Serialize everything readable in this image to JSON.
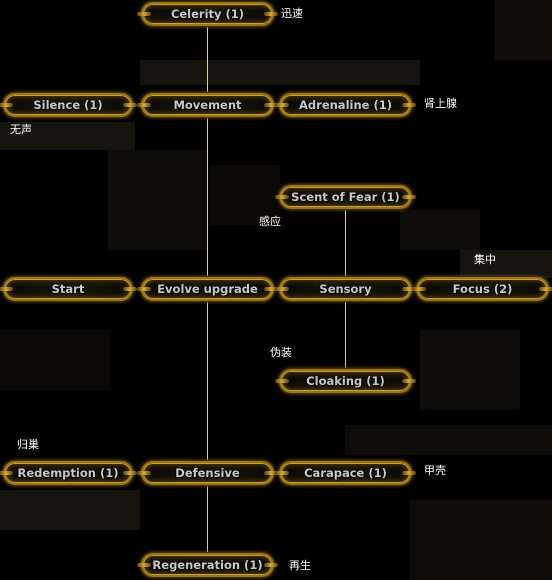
{
  "nodes": {
    "celerity": "Celerity (1)",
    "silence": "Silence (1)",
    "movement": "Movement",
    "adrenaline": "Adrenaline (1)",
    "scent_of_fear": "Scent of Fear (1)",
    "start": "Start",
    "evolve_upgrade": "Evolve upgrade",
    "sensory": "Sensory",
    "focus": "Focus (2)",
    "cloaking": "Cloaking (1)",
    "redemption": "Redemption (1)",
    "defensive": "Defensive",
    "carapace": "Carapace (1)",
    "regeneration": "Regeneration (1)"
  },
  "labels": {
    "celerity": "迅速",
    "silence": "无声",
    "adrenaline": "肾上腺",
    "sensory": "感应",
    "focus": "集中",
    "cloaking": "伪装",
    "redemption": "归巢",
    "carapace": "甲壳",
    "regeneration": "再生"
  },
  "colors": {
    "node_border": "#9a7514",
    "node_text": "#c9c9c9",
    "connector": "#d8cf9c",
    "label_text": "#ffffff"
  }
}
